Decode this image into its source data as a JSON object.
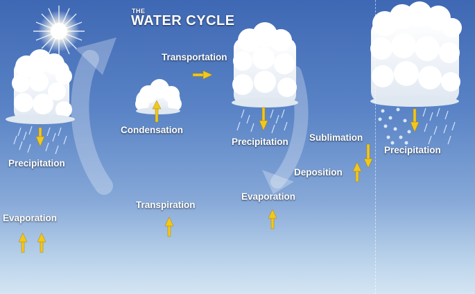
{
  "title": {
    "prefix": "THE",
    "main": "WATER CYCLE"
  },
  "labels": {
    "precipitation_left": "Precipitation",
    "condensation": "Condensation",
    "transportation": "Transportation",
    "precipitation_middle": "Precipitation",
    "sublimation": "Sublimation",
    "deposition": "Deposition",
    "precipitation_right": "Precipitation",
    "evaporation_left": "Evaporation",
    "transpiration": "Transpiration",
    "evaporation_middle": "Evaporation"
  },
  "colors": {
    "sky_top": "#3f68b4",
    "sky_bottom": "#d4e5f3",
    "arrow": "#f3c71c",
    "cloud": "#ffffff"
  },
  "icons": [
    "sun-icon",
    "cloud-icon",
    "rain-icon",
    "snowflake-icon",
    "arrow-up-icon",
    "arrow-down-icon",
    "arrow-right-icon",
    "cycle-arrow-icon"
  ]
}
